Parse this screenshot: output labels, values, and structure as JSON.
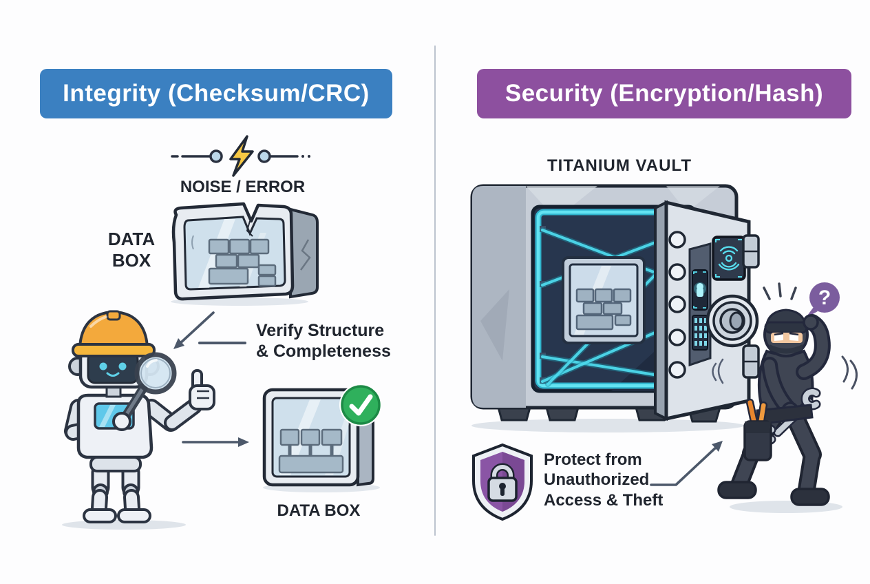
{
  "colors": {
    "integrity_header_bg": "#3b80c1",
    "security_header_bg": "#8d509f",
    "header_text": "#ffffff",
    "body_text": "#20252e",
    "arrow": "#4c586a",
    "divider": "#bcc4cf",
    "laser": "#4ed9ec",
    "success_green": "#2fb05c",
    "shield_purple": "#8a55a5",
    "bubble_purple": "#7b5d9e",
    "lightning_yellow": "#f7c844",
    "helmet_yellow": "#f3a93c"
  },
  "left": {
    "header": "Integrity (Checksum/CRC)",
    "noise_label": "NOISE / ERROR",
    "damaged_box_label_1": "DATA",
    "damaged_box_label_2": "BOX",
    "verify_label_1": "Verify Structure",
    "verify_label_2": "& Completeness",
    "ok_box_label": "DATA BOX"
  },
  "right": {
    "header": "Security (Encryption/Hash)",
    "vault_label": "TITANIUM VAULT",
    "protect_label_1": "Protect from",
    "protect_label_2": "Unauthorized",
    "protect_label_3": "Access & Theft",
    "thief_question": "?"
  }
}
